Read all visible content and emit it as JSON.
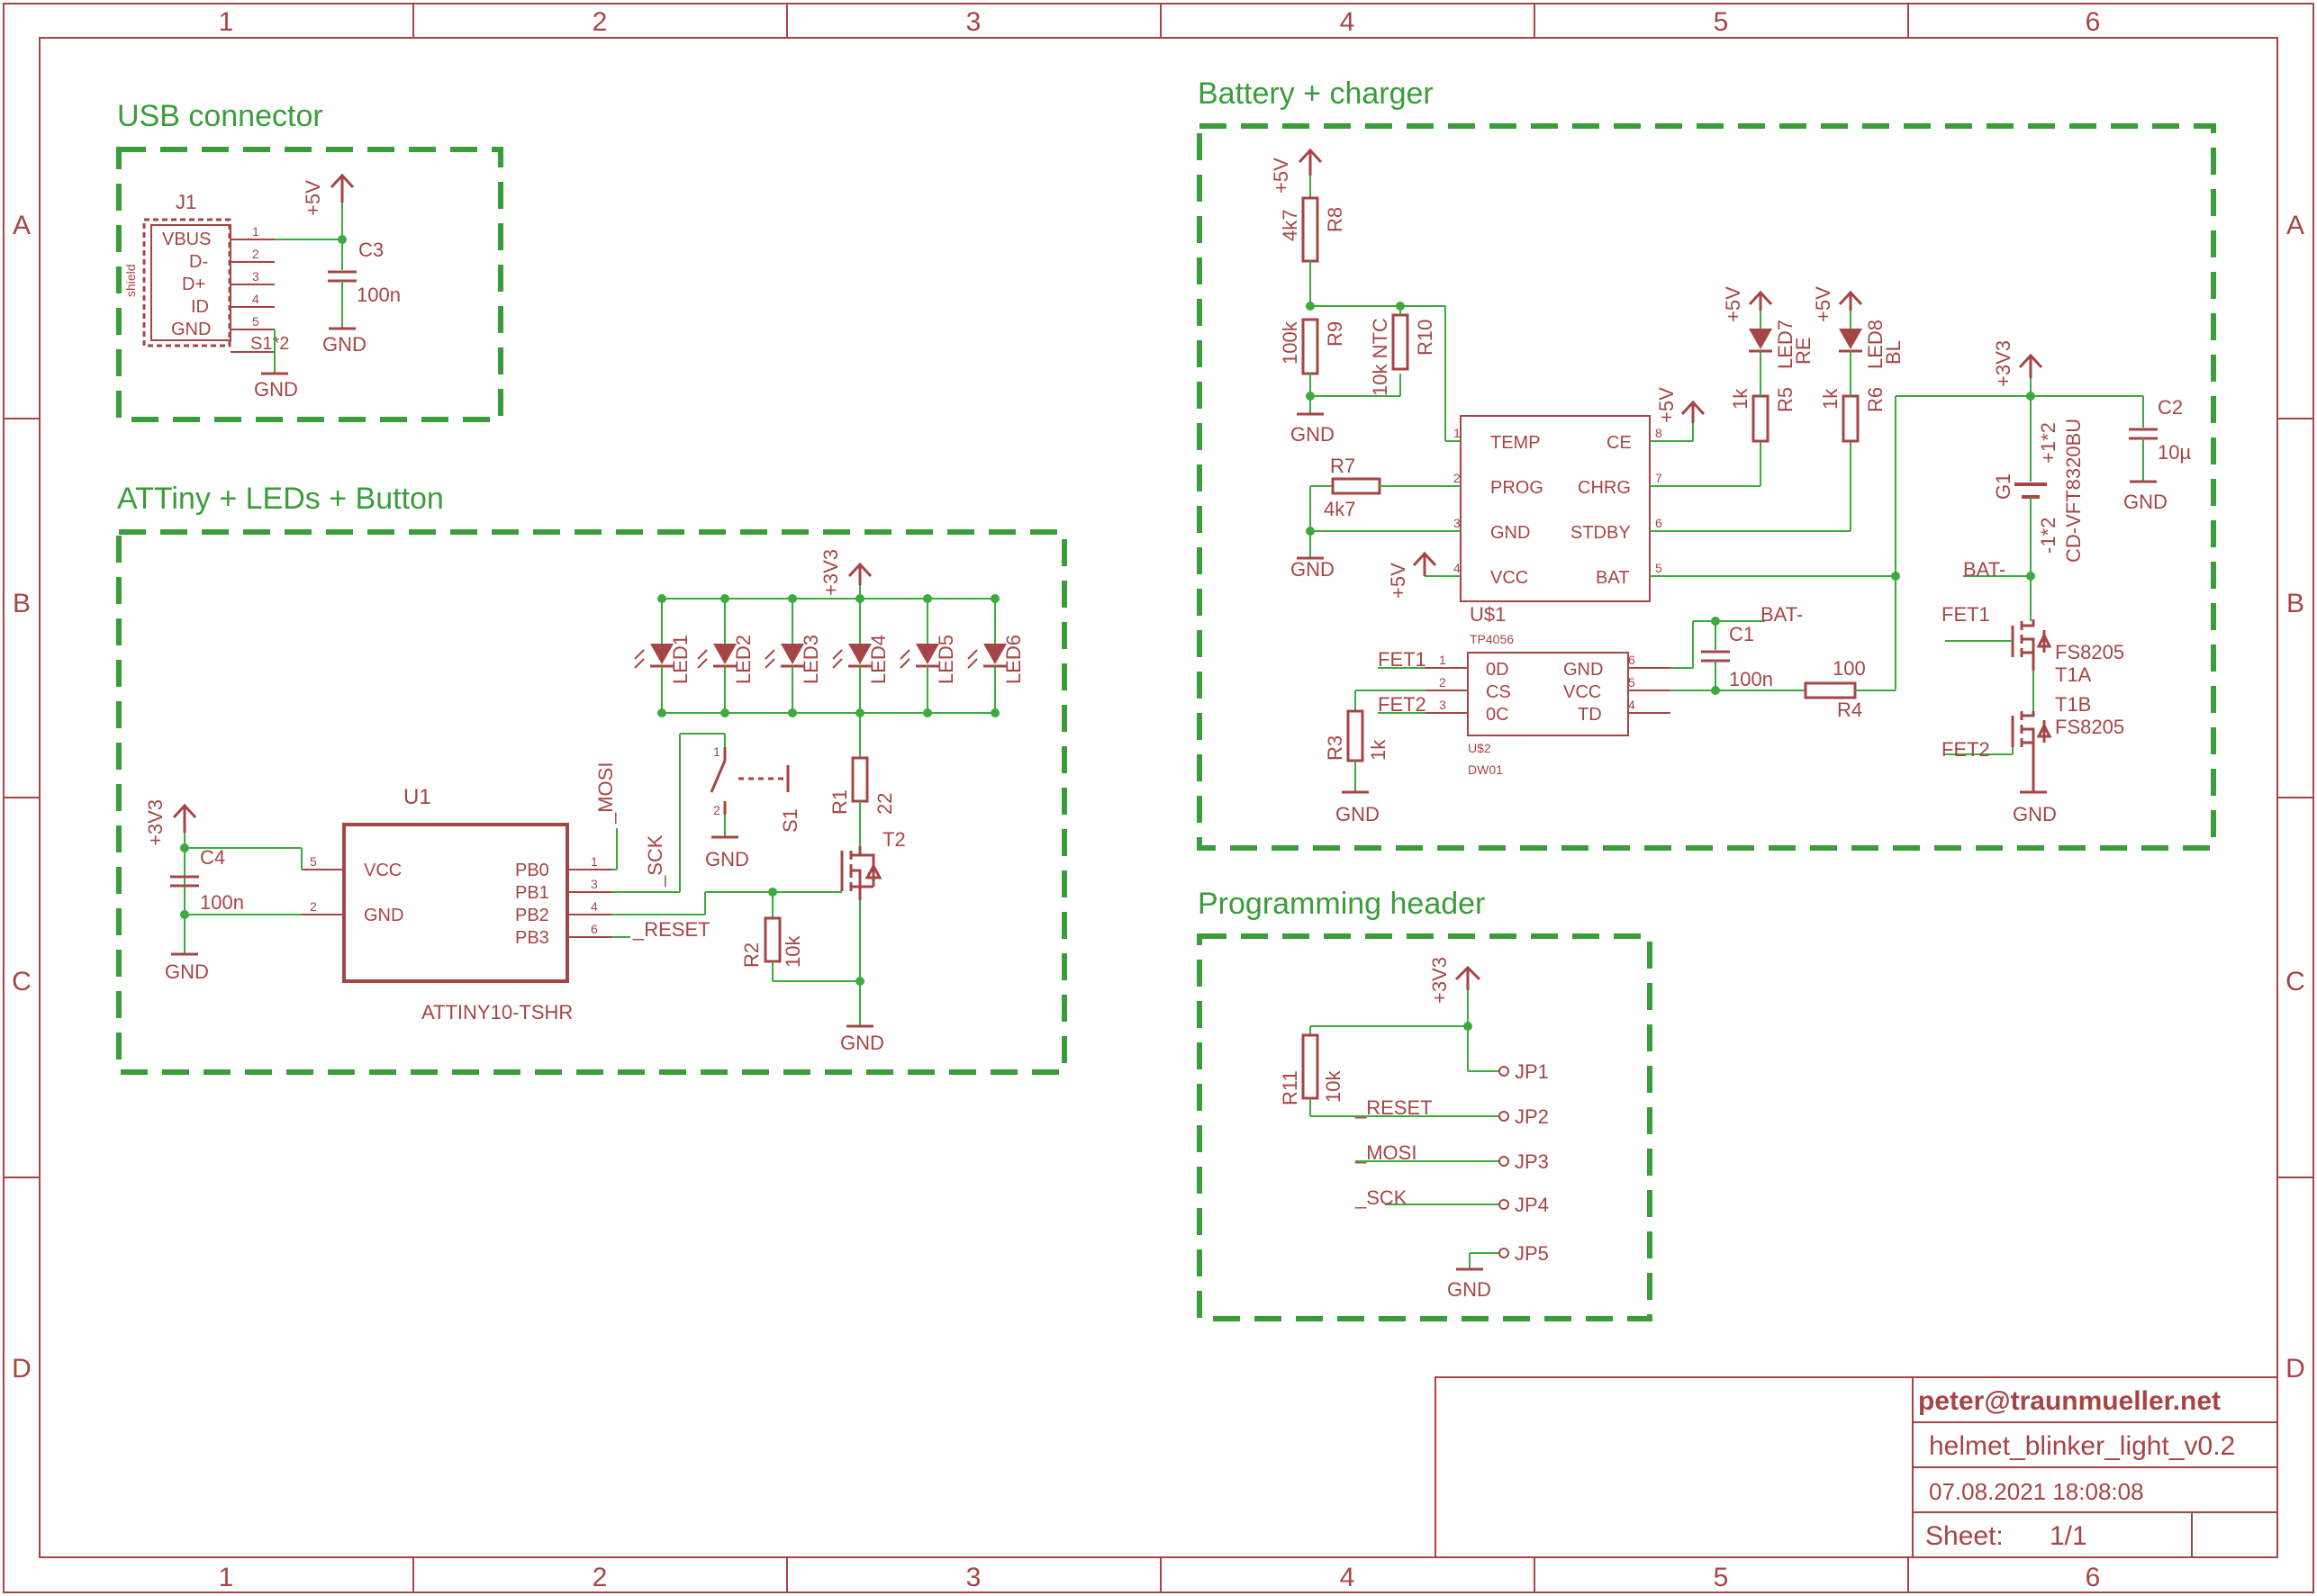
{
  "frame": {
    "col_labels": [
      "1",
      "2",
      "3",
      "4",
      "5",
      "6"
    ],
    "row_labels": [
      "A",
      "B",
      "C",
      "D"
    ]
  },
  "blocks": {
    "usb": "USB connector",
    "attiny": "ATTiny + LEDs + Button",
    "battery": "Battery + charger",
    "prog": "Programming header"
  },
  "usb": {
    "ref": "J1",
    "pins": [
      "VBUS",
      "D-",
      "D+",
      "ID",
      "GND"
    ],
    "pin_nums": [
      "1",
      "2",
      "3",
      "4",
      "5"
    ],
    "shield_label": "shield",
    "shield_pin": "S1*2",
    "gnd": "GND",
    "cap_ref": "C3",
    "cap_val": "100n",
    "supply": "+5V",
    "cap_gnd": "GND"
  },
  "attiny": {
    "ref": "U1",
    "part": "ATTINY10-TSHR",
    "pins_left": [
      "VCC",
      "GND"
    ],
    "pins_right": [
      "PB0",
      "PB1",
      "PB2",
      "PB3"
    ],
    "pin_nums_left": [
      "5",
      "2"
    ],
    "pin_nums_right": [
      "1",
      "3",
      "4",
      "6"
    ],
    "net_mosi": "_MOSI",
    "net_sck": "_SCK",
    "net_reset": "_RESET",
    "cap_ref": "C4",
    "cap_val": "100n",
    "supply": "+3V3",
    "gnd": "GND",
    "leds": [
      "LED1",
      "LED2",
      "LED3",
      "LED4",
      "LED5",
      "LED6"
    ],
    "led_supply": "+3V3",
    "switch_ref": "S1",
    "switch_pins": [
      "1",
      "2"
    ],
    "switch_gnd": "GND",
    "r1_ref": "R1",
    "r1_val": "22",
    "t2_ref": "T2",
    "r2_ref": "R2",
    "r2_val": "10k",
    "fet_gnd": "GND"
  },
  "battery": {
    "r8_ref": "R8",
    "r8_val": "4k7",
    "r8_supply": "+5V",
    "r9_ref": "R9",
    "r9_val": "100k",
    "r10_ref": "R10",
    "r10_val": "10k NTC",
    "gnd_a": "GND",
    "r7_ref": "R7",
    "r7_val": "4k7",
    "gnd_b": "GND",
    "ic_ref": "U$1",
    "ic_part": "TP4056",
    "ic_pins_left": [
      "TEMP",
      "PROG",
      "GND",
      "VCC"
    ],
    "ic_pins_right": [
      "CE",
      "CHRG",
      "STDBY",
      "BAT"
    ],
    "ic_nums_left": [
      "1",
      "2",
      "3",
      "4"
    ],
    "ic_nums_right": [
      "8",
      "7",
      "6",
      "5"
    ],
    "ce_supply": "+5V",
    "vcc_supply": "+5V",
    "led7_ref": "LED7",
    "led7_col": "RE",
    "led8_ref": "LED8",
    "led8_col": "BL",
    "led7_supply": "+5V",
    "led8_supply": "+5V",
    "r5_ref": "R5",
    "r5_val": "1k",
    "r6_ref": "R6",
    "r6_val": "1k",
    "batt_supply": "+3V3",
    "g1_ref": "G1",
    "g1_plus": "+1*2",
    "g1_minus": "-1*2",
    "g1_part": "CD-VFT8320BU",
    "c2_ref": "C2",
    "c2_val": "10µ",
    "c2_gnd": "GND",
    "bat_minus": "BAT-",
    "fet1": "FET1",
    "fet2": "FET2",
    "t1a_part": "FS8205",
    "t1a_ref": "T1A",
    "t1b_ref": "T1B",
    "t1b_part": "FS8205",
    "t_gnd": "GND",
    "dw_ref": "U$2",
    "dw_part": "DW01",
    "dw_pins_left": [
      "0D",
      "CS",
      "0C"
    ],
    "dw_pins_right": [
      "GND",
      "VCC",
      "TD"
    ],
    "dw_nums_left": [
      "1",
      "2",
      "3"
    ],
    "dw_nums_right": [
      "6",
      "5",
      "4"
    ],
    "fet1_net": "FET1",
    "fet2_net": "FET2",
    "r3_ref": "R3",
    "r3_val": "1k",
    "r3_gnd": "GND",
    "c1_ref": "C1",
    "c1_val": "100n",
    "c1_net": "BAT-",
    "r4_ref": "R4",
    "r4_val": "100"
  },
  "prog": {
    "supply": "+3V3",
    "r11_ref": "R11",
    "r11_val": "10k",
    "nets": [
      "_RESET",
      "_MOSI",
      "_SCK"
    ],
    "pins": [
      "JP1",
      "JP2",
      "JP3",
      "JP4",
      "JP5"
    ],
    "gnd": "GND"
  },
  "title_block": {
    "author": "peter@traunmueller.net",
    "project": "helmet_blinker_light_v0.2",
    "date": "07.08.2021 18:08:08",
    "sheet_label": "Sheet:",
    "sheet_value": "1/1"
  },
  "colors": {
    "component": "#a64545",
    "wire": "#3daa3d",
    "block_outline": "#3a9d3a",
    "background": "#ffffff"
  }
}
